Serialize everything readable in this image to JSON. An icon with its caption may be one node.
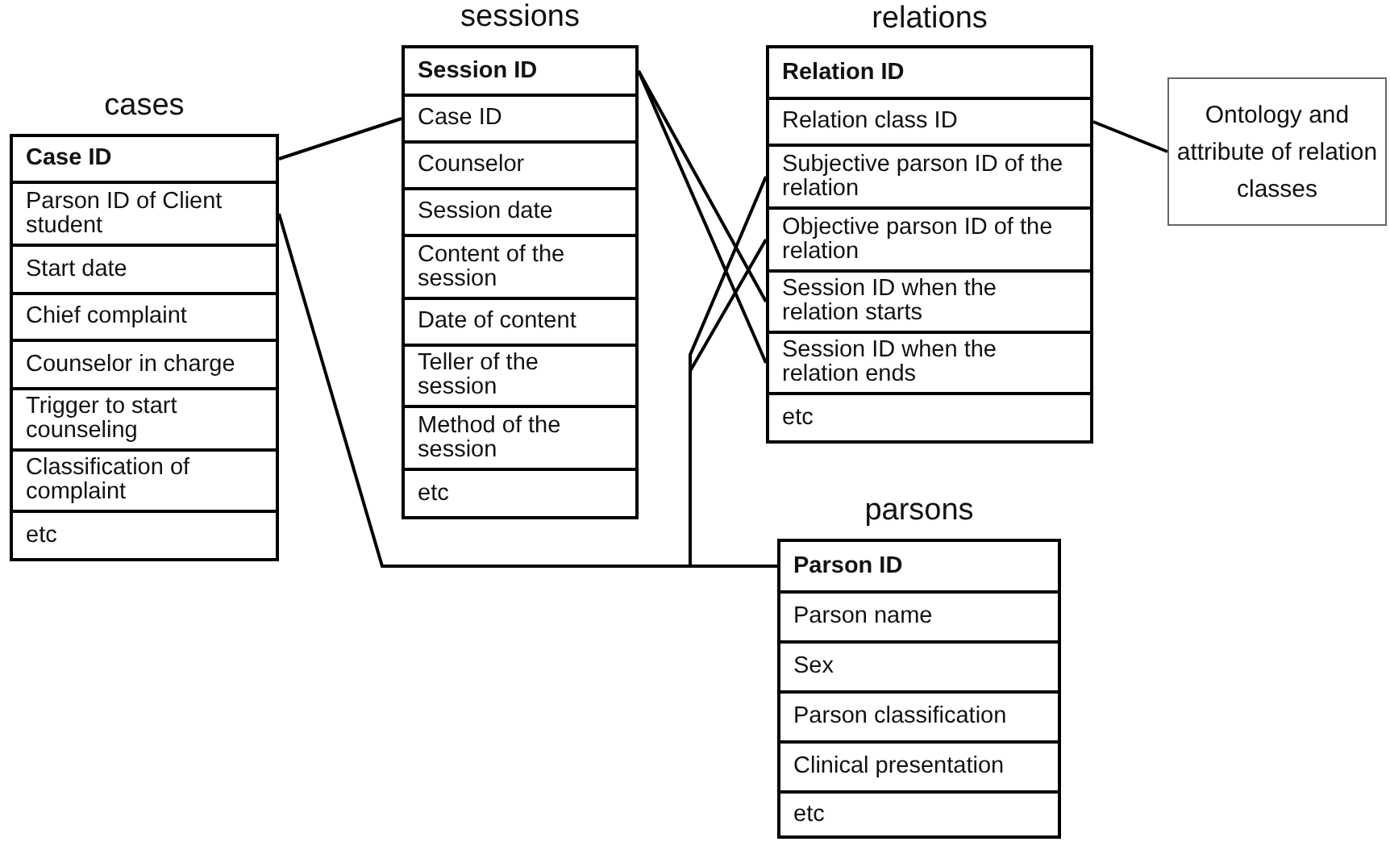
{
  "diagram": {
    "nodes": [
      {
        "text": [
          "cases"
        ]
      },
      {
        "text": [
          "Case ID"
        ],
        "in": 0
      },
      {
        "text": [
          "Parson ID of Client student"
        ],
        "in": 0
      },
      {
        "text": [
          "Start date"
        ],
        "in": 0
      },
      {
        "text": [
          "Chief complaint"
        ],
        "in": 0
      },
      {
        "text": [
          "Counselor in charge"
        ],
        "in": 0
      },
      {
        "text": [
          "Trigger to start counseling"
        ],
        "in": 0
      },
      {
        "text": [
          "Classification of complaint"
        ],
        "in": 0
      },
      {
        "text": [
          "etc"
        ],
        "in": 0
      },
      {
        "text": [
          "sessions"
        ]
      },
      {
        "text": [
          "Session ID"
        ],
        "in": 9
      },
      {
        "text": [
          "Case ID"
        ],
        "in": 9
      },
      {
        "text": [
          "Counselor"
        ],
        "in": 9
      },
      {
        "text": [
          "Session date"
        ],
        "in": 9
      },
      {
        "text": [
          "Content of the session"
        ],
        "in": 9
      },
      {
        "text": [
          "Date of content"
        ],
        "in": 9
      },
      {
        "text": [
          "Teller of the session"
        ],
        "in": 9
      },
      {
        "text": [
          "Method of the session"
        ],
        "in": 9
      },
      {
        "text": [
          "etc"
        ],
        "in": 9
      },
      {
        "text": [
          "relations"
        ]
      },
      {
        "text": [
          "Relation ID"
        ],
        "in": 19
      },
      {
        "text": [
          "Relation class ID"
        ],
        "in": 19
      },
      {
        "text": [
          "Subjective parson ID of the relation"
        ],
        "in": 19
      },
      {
        "text": [
          "Objective parson ID of the relation"
        ],
        "in": 19
      },
      {
        "text": [
          "Session ID when the relation starts"
        ],
        "in": 19
      },
      {
        "text": [
          "Session ID when the relation ends"
        ],
        "in": 19
      },
      {
        "text": [
          "etc"
        ],
        "in": 19
      },
      {
        "text": [
          "Ontology and attribute of relation classes"
        ]
      },
      {
        "text": [
          "parsons"
        ]
      },
      {
        "text": [
          "Parson ID"
        ],
        "in": 28
      },
      {
        "text": [
          "Parson name"
        ],
        "in": 28
      },
      {
        "text": [
          "Sex"
        ],
        "in": 28
      },
      {
        "text": [
          "Parson classification"
        ],
        "in": 28
      },
      {
        "text": [
          "Clinical presentation"
        ],
        "in": 28
      },
      {
        "text": [
          "etc"
        ],
        "in": 28
      }
    ],
    "edges": [
      {
        "from": 1,
        "to": 11,
        "arrow": "none"
      },
      {
        "from": 2,
        "to": 29,
        "arrow": "none"
      },
      {
        "from": 10,
        "to": 24,
        "arrow": "none"
      },
      {
        "from": 10,
        "to": 25,
        "arrow": "none"
      },
      {
        "from": 22,
        "to": 29,
        "arrow": "none"
      },
      {
        "from": 23,
        "to": 29,
        "arrow": "none"
      },
      {
        "from": 21,
        "to": 27,
        "arrow": "none"
      }
    ]
  }
}
